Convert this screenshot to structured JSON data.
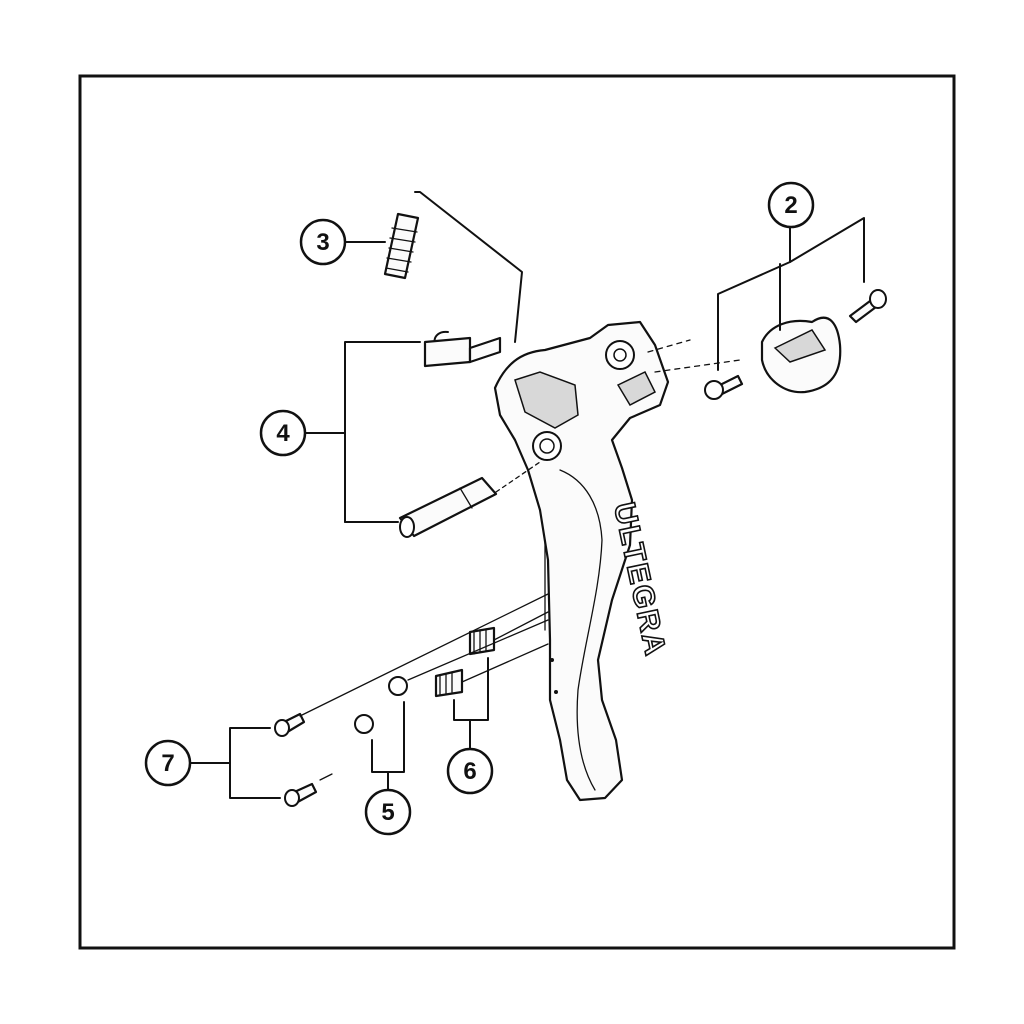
{
  "callouts": [
    {
      "id": "2",
      "label": "2"
    },
    {
      "id": "3",
      "label": "3"
    },
    {
      "id": "4",
      "label": "4"
    },
    {
      "id": "5",
      "label": "5"
    },
    {
      "id": "6",
      "label": "6"
    },
    {
      "id": "7",
      "label": "7"
    }
  ],
  "lever_brand": "ULTEGRA",
  "colors": {
    "stroke": "#111111",
    "fill": "#ffffff",
    "shade": "#d8d8d8"
  }
}
